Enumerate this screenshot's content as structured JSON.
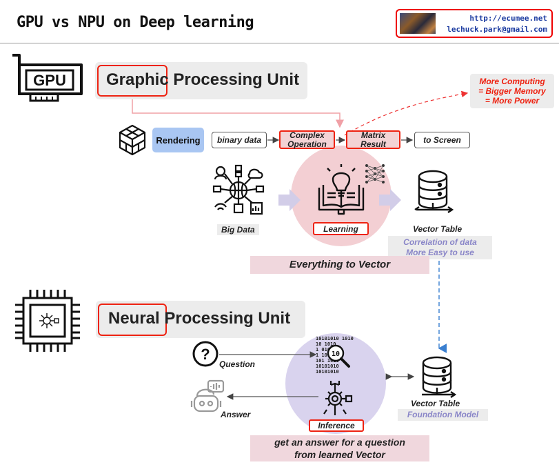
{
  "header": {
    "title": "GPU vs NPU on Deep learning",
    "url": "http://ecumee.net",
    "email": "lechuck.park@gmail.com"
  },
  "gpu": {
    "card_label": "GPU",
    "title_highlight": "Graphic",
    "title_rest": " Processing Unit",
    "rendering": "Rendering",
    "pipeline": [
      "binary data",
      "Complex Operation",
      "Matrix Result",
      "to Screen"
    ],
    "more_note": [
      "More Computing",
      "= Bigger Memory",
      "= More Power"
    ],
    "big_data": "Big Data",
    "learning": "Learning",
    "vector_table": "Vector Table",
    "correlation": [
      "Correlation of data",
      "More Easy to use"
    ],
    "everything": "Everything to Vector"
  },
  "npu": {
    "title_highlight": "Neural",
    "title_rest": " Processing Unit",
    "question": "Question",
    "answer": "Answer",
    "inference": "Inference",
    "vector_table": "Vector Table",
    "foundation": "Foundation Model",
    "answer_caption": [
      "get an answer for a question",
      "from learned Vector"
    ],
    "binary_art": [
      "10101010 1010",
      "10  1010",
      "1  010",
      "1   1010",
      "101 1010",
      "10101010",
      "10101010"
    ]
  },
  "colors": {
    "red": "#e21a1a",
    "pink_circle": "#f3cfd3",
    "purple_circle": "#d9d3ee",
    "rendering_blue": "#a9c6f2",
    "dashed_blue": "#3a7fd0"
  }
}
